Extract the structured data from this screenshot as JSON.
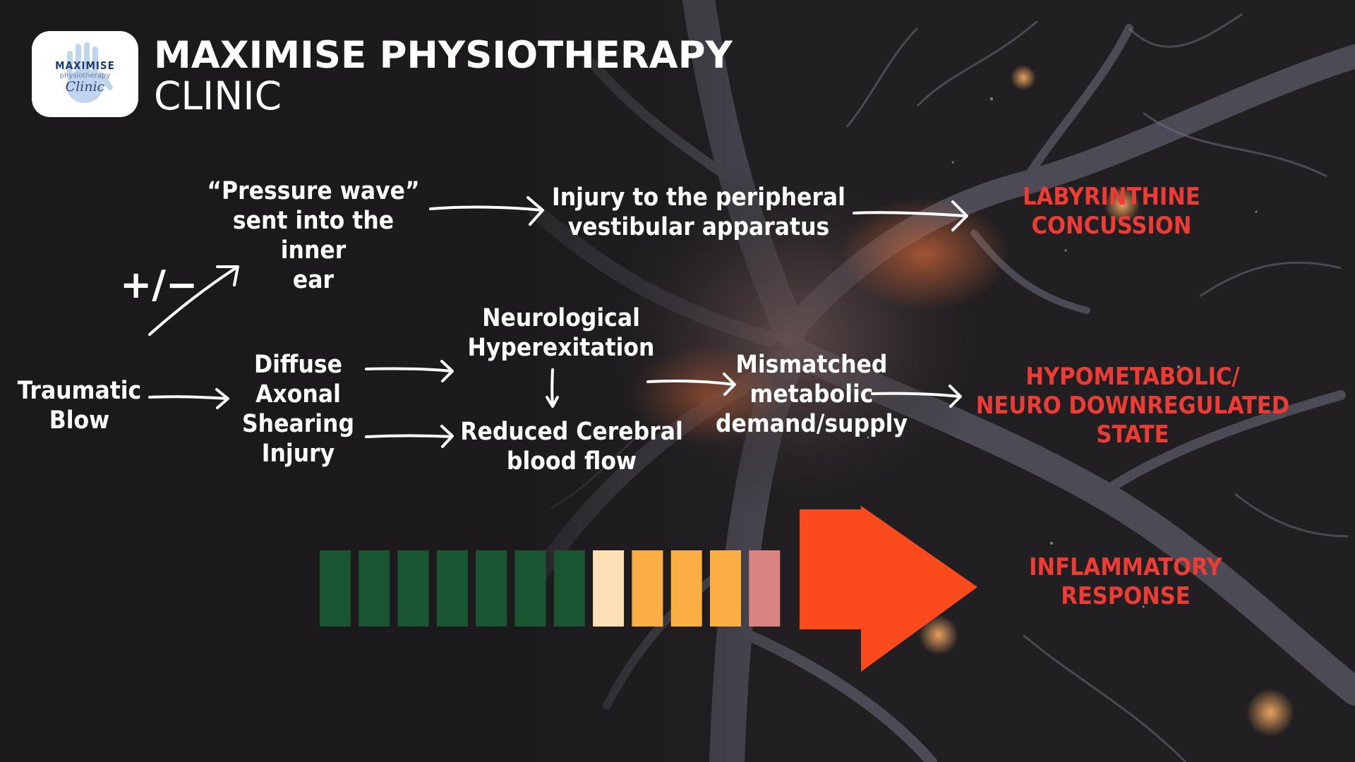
{
  "brand": {
    "logo_word": "MAXIMISE",
    "logo_sub": "physiotherapy",
    "logo_script": "Clinic",
    "title": "MAXIMISE PHYSIOTHERAPY",
    "subtitle": "CLINIC"
  },
  "nodes": {
    "traumatic_blow": "Traumatic\nBlow",
    "plus_minus": "+/−",
    "pressure_wave": "“Pressure wave”\nsent into the inner\near",
    "peripheral_injury": "Injury to the peripheral\nvestibular apparatus",
    "diffuse_axonal": "Diffuse\nAxonal\nShearing\nInjury",
    "neuro_hyper": "Neurological\nHyperexitation",
    "reduced_cbf": "Reduced Cerebral\nblood flow",
    "mismatch": "Mismatched\nmetabolic\ndemand/supply"
  },
  "outcomes": {
    "labyrinthine": "LABYRINTHINE\nCONCUSSION",
    "hypometabolic": "HYPOMETABOLIC/\nNEURO DOWNREGULATED\nSTATE",
    "inflammatory": "INFLAMMATORY\nRESPONSE"
  },
  "colors": {
    "outcome_red": "#ee3b33",
    "arrow_orange": "#fb4a1c",
    "bar_colors": [
      "#1a5532",
      "#1a5532",
      "#1a5532",
      "#1a5532",
      "#1a5532",
      "#1a5532",
      "#1a5532",
      "#fde0b5",
      "#fbae44",
      "#fbae44",
      "#fbae44",
      "#d98383"
    ]
  }
}
